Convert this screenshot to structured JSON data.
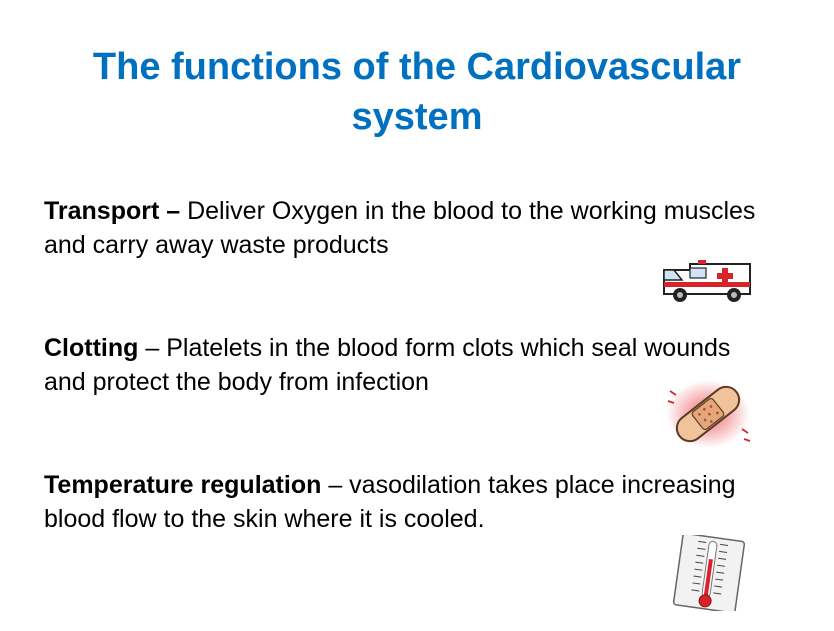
{
  "slide": {
    "title_line1": "The functions of the Cardiovascular",
    "title_line2": "system",
    "accent_color": "#0070C0"
  },
  "points": [
    {
      "term": "Transport –",
      "text": " Deliver Oxygen in the blood to the working muscles and carry away waste products",
      "icon": "ambulance-icon"
    },
    {
      "term": "Clotting",
      "text": " – Platelets in the blood form clots which seal wounds and protect the body from infection",
      "icon": "bandage-icon"
    },
    {
      "term": "Temperature regulation",
      "text": " – vasodilation takes place increasing blood flow to the skin where it is cooled.",
      "icon": "thermometer-icon"
    }
  ]
}
